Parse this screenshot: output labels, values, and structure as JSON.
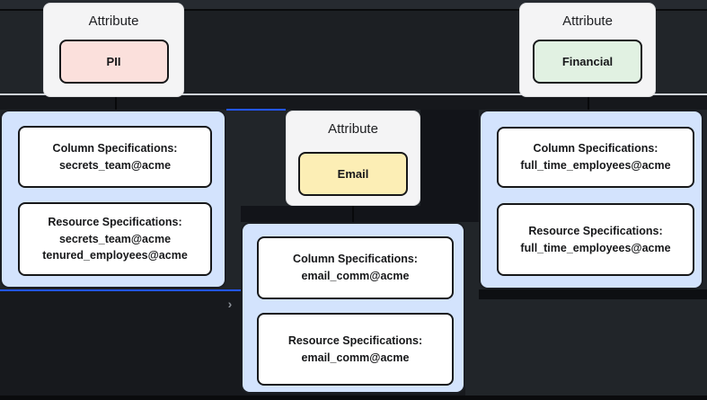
{
  "diagram": {
    "attribute_cards": [
      {
        "id": "pii",
        "label": "Attribute",
        "value": "PII",
        "chip_color": "#fbe0dc"
      },
      {
        "id": "email",
        "label": "Attribute",
        "value": "Email",
        "chip_color": "#fceeb5"
      },
      {
        "id": "financial",
        "label": "Attribute",
        "value": "Financial",
        "chip_color": "#e1f1e2"
      }
    ],
    "spec_nodes": [
      {
        "id": "left",
        "boxes": [
          {
            "lines": [
              "Column Specifications:",
              "secrets_team@acme"
            ]
          },
          {
            "lines": [
              "Resource Specifications:",
              "secrets_team@acme",
              "tenured_employees@acme"
            ]
          }
        ]
      },
      {
        "id": "middle",
        "boxes": [
          {
            "lines": [
              "Column Specifications:",
              "email_comm@acme"
            ]
          },
          {
            "lines": [
              "Resource Specifications:",
              "email_comm@acme"
            ]
          }
        ]
      },
      {
        "id": "right",
        "boxes": [
          {
            "lines": [
              "Column Specifications:",
              "full_time_employees@acme"
            ]
          },
          {
            "lines": [
              "Resource Specifications:",
              "full_time_employees@acme"
            ]
          }
        ]
      }
    ],
    "icons": {
      "edge_arrow": "›"
    },
    "colors": {
      "canvas_bg": "#212529",
      "node_fill": "#d3e3fd",
      "node_border": "#1b1e23",
      "spec_box_bg": "#ffffff",
      "spec_box_border": "#17181a",
      "attribute_card_bg": "#f4f4f5",
      "edge_accent_blue": "#2356ff",
      "lane_line": "#ced2d7"
    }
  }
}
